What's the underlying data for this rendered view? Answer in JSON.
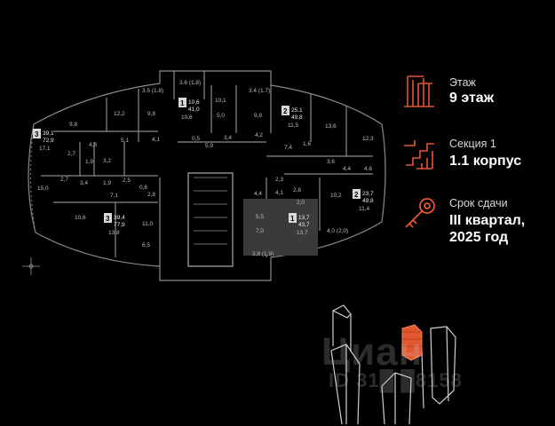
{
  "info": {
    "floor_label": "Этаж",
    "floor_value": "9 этаж",
    "section_label": "Секция 1",
    "section_value": "1.1 корпус",
    "deadline_label": "Срок сдачи",
    "deadline_value_line1": "III квартал,",
    "deadline_value_line2": "2025 год"
  },
  "icons": {
    "floor": "floor-plan-icon",
    "section": "section-stairs-icon",
    "deadline": "key-icon",
    "compass": "compass-icon"
  },
  "colors": {
    "accent": "#e4572e",
    "highlight_apartment": "#3a3a3a",
    "background": "#000000"
  },
  "apartments": {
    "apt_left_big": {
      "rooms": "3",
      "area": "39,1",
      "total": "72,9",
      "kitchen": "17,1"
    },
    "apt_top_center": {
      "rooms": "1",
      "area": "10,6",
      "total": "41,0",
      "kitchen": "10,6"
    },
    "apt_top_right": {
      "rooms": "2",
      "area": "25,1",
      "total": "49,8",
      "kitchen": "11,5"
    },
    "apt_right": {
      "rooms": "2",
      "area": "23,7",
      "total": "49,8",
      "kitchen": "11,4"
    },
    "apt_bottom_left": {
      "rooms": "3",
      "area": "39,4",
      "total": "77,9",
      "kitchen": "13,8"
    },
    "apt_bottom_center": {
      "rooms": "1",
      "area": "13,7",
      "total": "43,7",
      "kitchen": "13,7"
    }
  },
  "room_labels": [
    "3.6 (1.8)",
    "3.5 (1.8)",
    "3.4 (1.7)",
    "12,2",
    "9,8",
    "10,1",
    "9,8",
    "13,6",
    "5,0",
    "4,1",
    "0,5",
    "5,9",
    "3,4",
    "4,2",
    "7,4",
    "1,6",
    "5,1",
    "4,8",
    "2,7",
    "1,9",
    "3,2",
    "12,3",
    "3,6",
    "4,4",
    "4,6",
    "15,0",
    "2,7",
    "3,4",
    "1,9",
    "2,5",
    "0,6",
    "7,1",
    "2,8",
    "4,4",
    "4,1",
    "2,3",
    "2,8",
    "2,0",
    "10,2",
    "10,6",
    "11,0",
    "5,5",
    "7,0",
    "4,0 (2,0)",
    "6,5",
    "3,8 (1,9)",
    "9,8"
  ],
  "watermark": {
    "logo": "Циан",
    "id": "ID 31█ █8158"
  }
}
